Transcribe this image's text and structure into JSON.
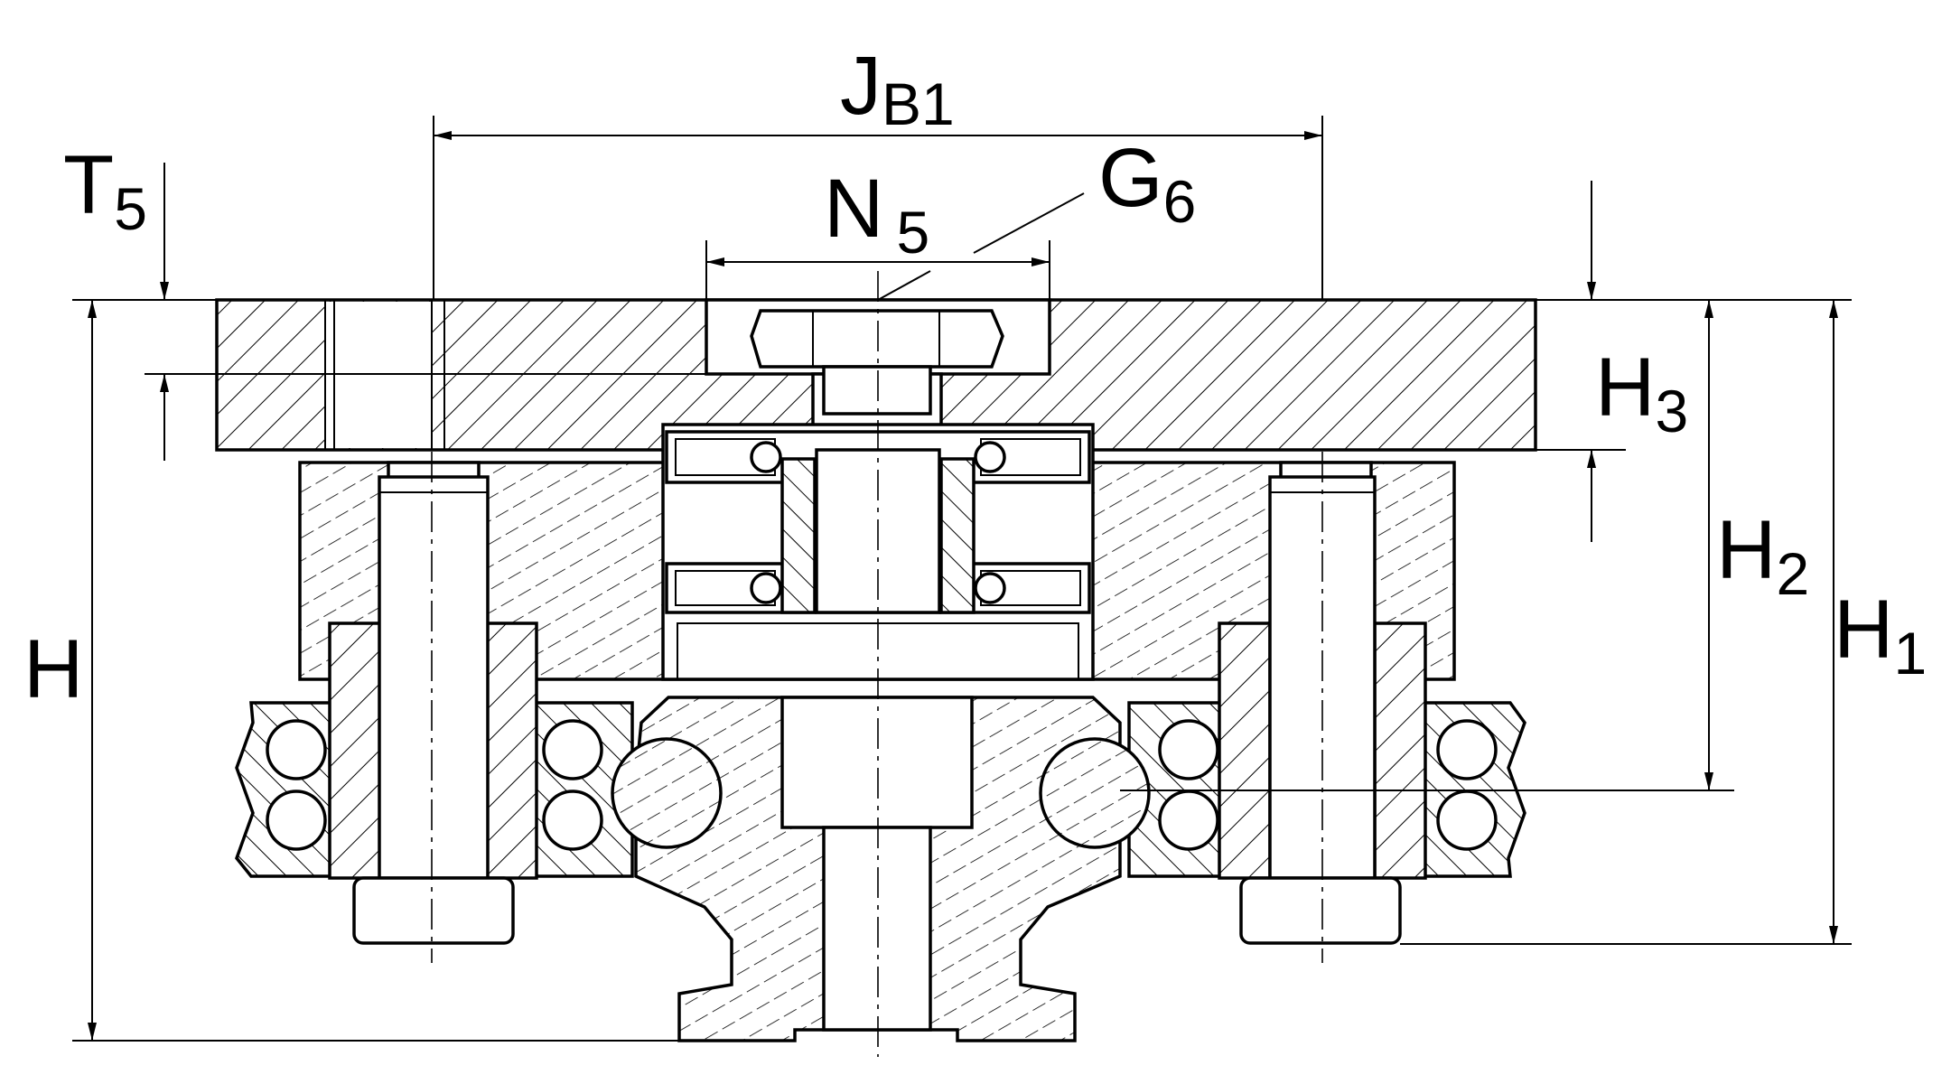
{
  "figure": {
    "labels": {
      "jb1": {
        "main": "J",
        "sub": "B1"
      },
      "n5": {
        "main": "N",
        "sub": "5"
      },
      "g6": {
        "main": "G",
        "sub": "6"
      },
      "t5": {
        "main": "T",
        "sub": "5"
      },
      "h": {
        "main": "H",
        "sub": ""
      },
      "h1": {
        "main": "H",
        "sub": "1"
      },
      "h2": {
        "main": "H",
        "sub": "2"
      },
      "h3": {
        "main": "H",
        "sub": "3"
      }
    },
    "colors": {
      "line": "#000000",
      "background": "#ffffff"
    }
  }
}
